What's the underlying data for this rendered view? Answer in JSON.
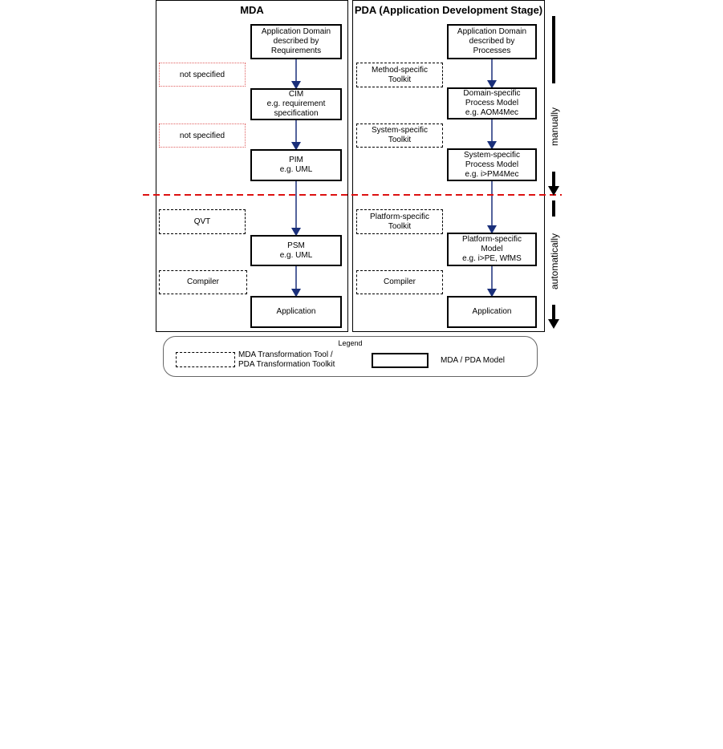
{
  "mda": {
    "title": "MDA",
    "models": [
      {
        "lines": [
          "Application Domain",
          "described by",
          "Requirements"
        ]
      },
      {
        "lines": [
          "CIM",
          "e.g. requirement",
          "specification"
        ]
      },
      {
        "lines": [
          "PIM",
          "e.g. UML"
        ]
      },
      {
        "lines": [
          "PSM",
          "e.g. UML"
        ]
      },
      {
        "lines": [
          "Application"
        ]
      }
    ],
    "tools": [
      {
        "label": "not specified",
        "style": "dotted"
      },
      {
        "label": "not specified",
        "style": "dotted"
      },
      {
        "label": "QVT",
        "style": "dashed"
      },
      {
        "label": "Compiler",
        "style": "dashed"
      }
    ]
  },
  "pda": {
    "title": "PDA (Application Development Stage)",
    "models": [
      {
        "lines": [
          "Application Domain",
          "described by",
          "Processes"
        ]
      },
      {
        "lines": [
          "Domain-specific",
          "Process Model",
          "e.g. AOM4Mec"
        ]
      },
      {
        "lines": [
          "System-specific",
          "Process Model",
          "e.g. i>PM4Mec"
        ]
      },
      {
        "lines": [
          "Platform-specific",
          "Model",
          "e.g. i>PE, WfMS"
        ]
      },
      {
        "lines": [
          "Application"
        ]
      }
    ],
    "tools": [
      {
        "lines": [
          "Method-specific",
          "Toolkit"
        ]
      },
      {
        "lines": [
          "System-specific",
          "Toolkit"
        ]
      },
      {
        "lines": [
          "Platform-specific",
          "Toolkit"
        ]
      },
      {
        "lines": [
          "Compiler"
        ]
      }
    ]
  },
  "side": {
    "manual_label": "manually",
    "auto_label": "automatically"
  },
  "legend": {
    "title": "Legend",
    "tool_line1": "MDA Transformation Tool /",
    "tool_line2": "PDA Transformation Toolkit",
    "model_label": "MDA / PDA Model"
  },
  "colors": {
    "arrow": "#1a2f7a",
    "divider": "#dd1111",
    "dotted_border": "#e06060"
  }
}
